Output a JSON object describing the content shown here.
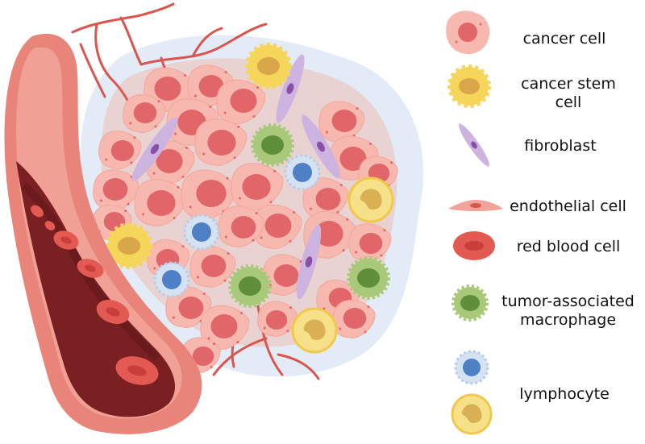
{
  "legend": {
    "cancer_cell": "cancer cell",
    "cancer_stem_cell_line1": "cancer stem",
    "cancer_stem_cell_line2": "cell",
    "fibroblast": "fibroblast",
    "endothelial_cell": "endothelial cell",
    "red_blood_cell": "red blood cell",
    "tam_line1": "tumor-associated",
    "tam_line2": "macrophage",
    "lymphocyte": "lymphocyte"
  },
  "colors": {
    "cancer_cell_body": "#f7b8b0",
    "cancer_cell_nucleus": "#e0666a",
    "stem_cell_body": "#f5d55a",
    "stem_cell_nucleus": "#d9a64a",
    "fibroblast_body": "#cdb4e0",
    "fibroblast_nucleus": "#8a4fa6",
    "endothelial": "#f2a39a",
    "rbc": "#e35a52",
    "rbc_center": "#c93d3a",
    "macrophage_body": "#a9c97a",
    "macrophage_nucleus": "#5f8f3a",
    "lymphocyte_body": "#d4e2f2",
    "lymphocyte_nucleus": "#4f7fc4",
    "neutrophil_body": "#f6e08a",
    "neutrophil_nucleus": "#d9b054",
    "vessel_outer": "#e8847a",
    "vessel_inner": "#7a1f22",
    "capillary": "#d9554e",
    "stroma": "#dbe6f4"
  }
}
